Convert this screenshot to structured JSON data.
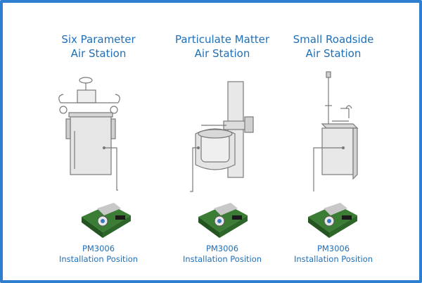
{
  "stations": [
    {
      "title_line1": "Six Parameter",
      "title_line2": "Air Station",
      "caption_line1": "PM3006",
      "caption_line2": "Installation Position"
    },
    {
      "title_line1": "Particulate Matter",
      "title_line2": "Air Station",
      "caption_line1": "PM3006",
      "caption_line2": "Installation Position"
    },
    {
      "title_line1": "Small Roadside",
      "title_line2": "Air Station",
      "caption_line1": "PM3006",
      "caption_line2": "Installation Position"
    }
  ],
  "colors": {
    "border": "#2f7fd0",
    "title": "#1f6fb8",
    "pcb": "#2f6b2a",
    "sketch": "#7a7a7a"
  },
  "icons": [
    "six-parameter-station-icon",
    "particulate-matter-station-icon",
    "roadside-station-icon",
    "pm3006-sensor-icon"
  ]
}
